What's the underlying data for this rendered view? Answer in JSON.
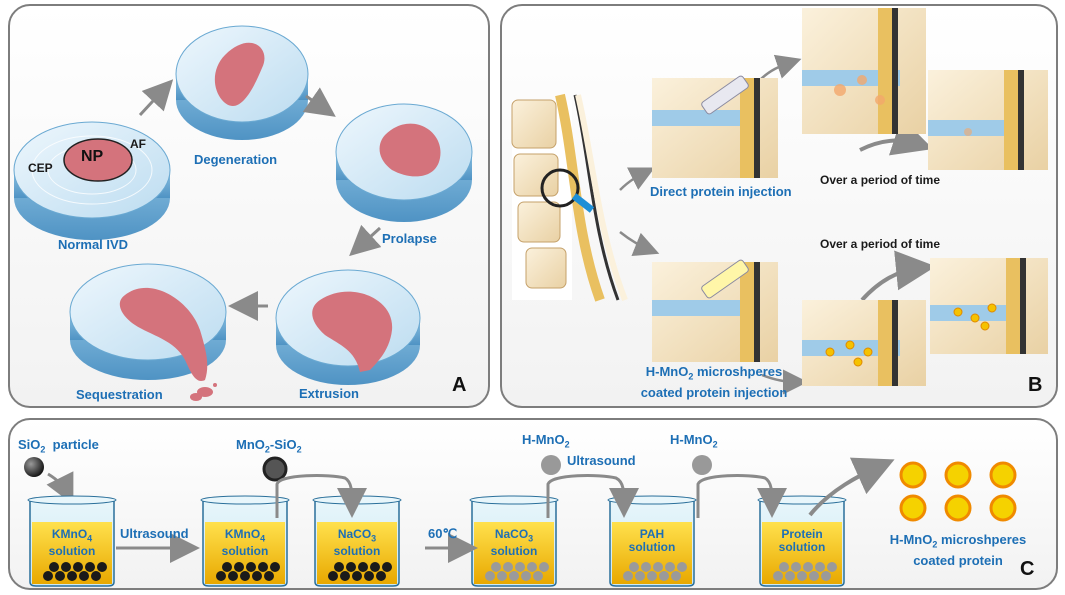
{
  "panel_a": {
    "letter": "A",
    "np_label": "NP",
    "af_label": "AF",
    "cep_label": "CEP",
    "stages": [
      "Normal IVD",
      "Degeneration",
      "Prolapse",
      "Extrusion",
      "Sequestration"
    ]
  },
  "panel_b": {
    "letter": "B",
    "direct_label": "Direct protein injection",
    "over_time_1": "Over a period of time",
    "over_time_2": "Over a period of time",
    "coated_label_1": "H-MnO",
    "coated_label_sub": "2",
    "coated_label_2": " microshperes",
    "coated_label_3": "coated protein injection"
  },
  "panel_c": {
    "letter": "C",
    "sio2_main": "SiO",
    "sio2_sub": "2",
    "sio2_rest": "  particle",
    "mno2_sio2_a": "MnO",
    "mno2_sio2_sub": "2",
    "mno2_sio2_b": "-SiO",
    "mno2_sio2_sub2": "2",
    "hmno2_a": "H-MnO",
    "hmno2_sub": "2",
    "hmno2_b": "H-MnO",
    "hmno2_b_sub": "2",
    "ultrasound_1": "Ultrasound",
    "ultrasound_2": "Ultrasound",
    "temp": "60℃",
    "beakers": [
      {
        "line1": "KMnO",
        "sub": "4",
        "line2": "solution"
      },
      {
        "line1": "KMnO",
        "sub": "4",
        "line2": "solution"
      },
      {
        "line1": "NaCO",
        "sub": "3",
        "line2": "solution"
      },
      {
        "line1": "NaCO",
        "sub": "3",
        "line2": "solution"
      },
      {
        "line1": "PAH",
        "sub": "",
        "line2": "solution"
      },
      {
        "line1": "Protein",
        "sub": "",
        "line2": "solution"
      }
    ],
    "result_1a": "H-MnO",
    "result_1sub": "2",
    "result_1b": " microshperes",
    "result_2": "coated protein"
  },
  "colors": {
    "accent_blue": "#1d6fb5",
    "nucleus": "#d4737c",
    "disc": "#cfe6f5",
    "solution": "#f5c200",
    "border": "#7d7d7d"
  }
}
